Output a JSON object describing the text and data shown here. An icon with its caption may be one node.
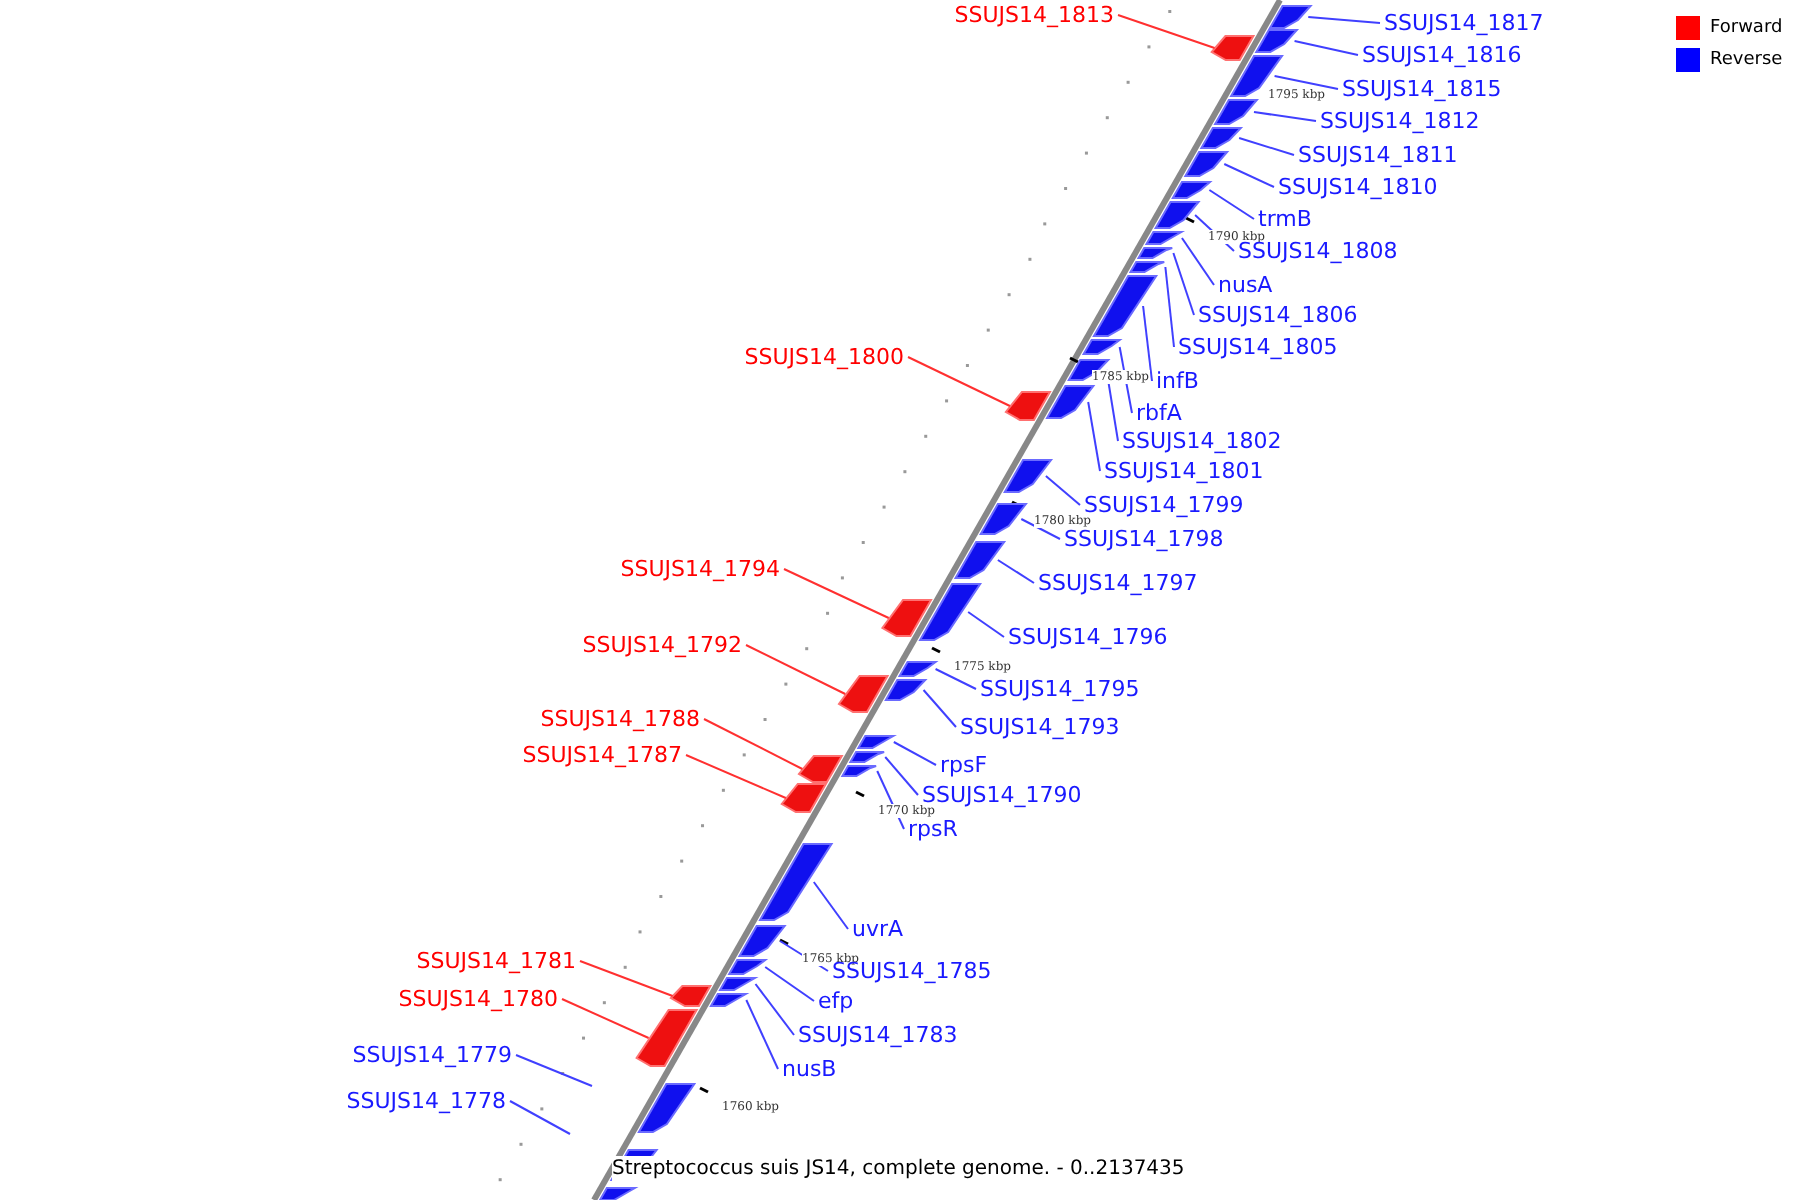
{
  "diagram": {
    "caption": "Streptococcus suis JS14, complete genome. - 0..2137435",
    "nodes": [
      {
        "text": [
          "SSUJS14_1813"
        ]
      },
      {
        "text": [
          "SSUJS14_1817"
        ]
      },
      {
        "text": [
          "SSUJS14_1816"
        ]
      },
      {
        "text": [
          "SSUJS14_1815"
        ]
      },
      {
        "text": [
          "SSUJS14_1812"
        ]
      },
      {
        "text": [
          "SSUJS14_1811"
        ]
      },
      {
        "text": [
          "SSUJS14_1810"
        ]
      },
      {
        "text": [
          "trmB"
        ]
      },
      {
        "text": [
          "SSUJS14_1808"
        ]
      },
      {
        "text": [
          "nusA"
        ]
      },
      {
        "text": [
          "SSUJS14_1806"
        ]
      },
      {
        "text": [
          "SSUJS14_1805"
        ]
      },
      {
        "text": [
          "SSUJS14_1800"
        ]
      },
      {
        "text": [
          "infB"
        ]
      },
      {
        "text": [
          "rbfA"
        ]
      },
      {
        "text": [
          "SSUJS14_1802"
        ]
      },
      {
        "text": [
          "SSUJS14_1801"
        ]
      },
      {
        "text": [
          "SSUJS14_1799"
        ]
      },
      {
        "text": [
          "SSUJS14_1798"
        ]
      },
      {
        "text": [
          "SSUJS14_1794"
        ]
      },
      {
        "text": [
          "SSUJS14_1797"
        ]
      },
      {
        "text": [
          "SSUJS14_1796"
        ]
      },
      {
        "text": [
          "SSUJS14_1792"
        ]
      },
      {
        "text": [
          "SSUJS14_1795"
        ]
      },
      {
        "text": [
          "SSUJS14_1788"
        ]
      },
      {
        "text": [
          "SSUJS14_1793"
        ]
      },
      {
        "text": [
          "SSUJS14_1787"
        ]
      },
      {
        "text": [
          "rpsF"
        ]
      },
      {
        "text": [
          "SSUJS14_1790"
        ]
      },
      {
        "text": [
          "rpsR"
        ]
      },
      {
        "text": [
          "uvrA"
        ]
      },
      {
        "text": [
          "SSUJS14_1781"
        ]
      },
      {
        "text": [
          "SSUJS14_1785"
        ]
      },
      {
        "text": [
          "SSUJS14_1780"
        ]
      },
      {
        "text": [
          "efp"
        ]
      },
      {
        "text": [
          "SSUJS14_1783"
        ]
      },
      {
        "text": [
          "SSUJS14_1779"
        ]
      },
      {
        "text": [
          "nusB"
        ]
      },
      {
        "text": [
          "SSUJS14_1778"
        ]
      },
      {
        "text": [],
        "shape": "bar"
      },
      {
        "text": [],
        "shape": "bar"
      },
      {
        "text": [],
        "shape": "bar"
      },
      {
        "text": [],
        "shape": "bar"
      },
      {
        "text": [],
        "shape": "bar"
      },
      {
        "text": [],
        "shape": "bar"
      },
      {
        "text": [],
        "shape": "bar"
      },
      {
        "text": [],
        "shape": "bar"
      },
      {
        "text": [],
        "shape": "bar"
      },
      {
        "text": [],
        "shape": "bar"
      },
      {
        "text": [],
        "shape": "bar"
      },
      {
        "text": [],
        "shape": "bar"
      },
      {
        "text": [],
        "shape": "bar"
      },
      {
        "text": [],
        "shape": "bar"
      },
      {
        "text": [],
        "shape": "bar"
      },
      {
        "text": [],
        "shape": "bar"
      },
      {
        "text": [],
        "shape": "bar"
      },
      {
        "text": [],
        "shape": "bar"
      },
      {
        "text": [],
        "shape": "bar"
      },
      {
        "text": [],
        "shape": "bar"
      },
      {
        "text": [],
        "shape": "bar"
      },
      {
        "text": [],
        "shape": "bar"
      },
      {
        "text": [],
        "shape": "bar"
      },
      {
        "text": [],
        "shape": "bar"
      },
      {
        "text": [],
        "shape": "bar"
      },
      {
        "text": [],
        "shape": "bar"
      },
      {
        "text": [],
        "shape": "bar"
      },
      {
        "text": [],
        "shape": "bar"
      },
      {
        "text": [],
        "shape": "bar"
      },
      {
        "text": [],
        "shape": "bar"
      },
      {
        "text": [],
        "shape": "bar"
      },
      {
        "text": [],
        "shape": "bar"
      },
      {
        "text": [],
        "shape": "bar"
      },
      {
        "text": [],
        "shape": "bar"
      },
      {
        "text": [],
        "shape": "bar"
      },
      {
        "text": [],
        "shape": "bar"
      },
      {
        "text": [],
        "shape": "bar"
      },
      {
        "text": [],
        "shape": "bar"
      },
      {
        "text": [],
        "shape": "bar"
      },
      {
        "text": [],
        "shape": "bar"
      }
    ],
    "edges": [
      {
        "from": 0,
        "to": 41,
        "arrow": "none",
        "color": "#ff3030"
      },
      {
        "from": 1,
        "to": 39,
        "arrow": "none"
      },
      {
        "from": 2,
        "to": 40,
        "arrow": "none"
      },
      {
        "from": 3,
        "to": 42,
        "arrow": "none"
      },
      {
        "from": 4,
        "to": 43,
        "arrow": "none"
      },
      {
        "from": 5,
        "to": 44,
        "arrow": "none"
      },
      {
        "from": 6,
        "to": 45,
        "arrow": "none"
      },
      {
        "from": 7,
        "to": 46,
        "arrow": "none"
      },
      {
        "from": 8,
        "to": 47,
        "arrow": "none"
      },
      {
        "from": 9,
        "to": 48,
        "arrow": "none"
      },
      {
        "from": 10,
        "to": 49,
        "arrow": "none"
      },
      {
        "from": 11,
        "to": 50,
        "arrow": "none"
      },
      {
        "from": 12,
        "to": 55,
        "arrow": "none",
        "color": "#ff3030"
      },
      {
        "from": 13,
        "to": 51,
        "arrow": "none"
      },
      {
        "from": 14,
        "to": 52,
        "arrow": "none"
      },
      {
        "from": 15,
        "to": 53,
        "arrow": "none"
      },
      {
        "from": 16,
        "to": 54,
        "arrow": "none"
      },
      {
        "from": 17,
        "to": 56,
        "arrow": "none"
      },
      {
        "from": 18,
        "to": 57,
        "arrow": "none"
      },
      {
        "from": 19,
        "to": 60,
        "arrow": "none",
        "color": "#ff3030"
      },
      {
        "from": 20,
        "to": 58,
        "arrow": "none"
      },
      {
        "from": 21,
        "to": 59,
        "arrow": "none"
      },
      {
        "from": 22,
        "to": 62,
        "arrow": "none",
        "color": "#ff3030"
      },
      {
        "from": 23,
        "to": 61,
        "arrow": "none"
      },
      {
        "from": 24,
        "to": 66,
        "arrow": "none",
        "color": "#ff3030"
      },
      {
        "from": 25,
        "to": 63,
        "arrow": "none"
      },
      {
        "from": 26,
        "to": 68,
        "arrow": "none",
        "color": "#ff3030"
      },
      {
        "from": 27,
        "to": 64,
        "arrow": "none"
      },
      {
        "from": 28,
        "to": 65,
        "arrow": "none"
      },
      {
        "from": 29,
        "to": 67,
        "arrow": "none"
      },
      {
        "from": 30,
        "to": 69,
        "arrow": "none"
      },
      {
        "from": 31,
        "to": 73,
        "arrow": "none",
        "color": "#ff3030"
      },
      {
        "from": 32,
        "to": 70,
        "arrow": "none"
      },
      {
        "from": 33,
        "to": 75,
        "arrow": "none",
        "color": "#ff3030"
      },
      {
        "from": 34,
        "to": 71,
        "arrow": "none"
      },
      {
        "from": 35,
        "to": 72,
        "arrow": "none"
      },
      {
        "from": 36,
        "to": null,
        "arrow": "none"
      },
      {
        "from": 37,
        "to": 74,
        "arrow": "none"
      },
      {
        "from": 38,
        "to": null,
        "arrow": "none"
      }
    ],
    "labels": [
      "1795 kbp",
      "1790 kbp",
      "1785 kbp",
      "1780 kbp",
      "1775 kbp",
      "1770 kbp",
      "1765 kbp",
      "1760 kbp"
    ],
    "legend": [
      {
        "text": "Forward",
        "color": "#ff0000"
      },
      {
        "text": "Reverse",
        "color": "#0000ff"
      }
    ]
  }
}
